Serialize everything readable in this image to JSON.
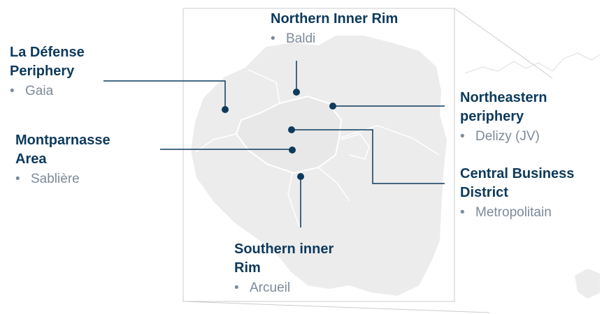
{
  "map": {
    "colors": {
      "region_fill": "#ececec",
      "region_border": "#ffffff",
      "leader_line": "#0d3a5c",
      "frame": "#cccccc",
      "region_name": "#0d3a5c",
      "entry_text": "#7c8a99"
    },
    "regions": [
      {
        "name": "La Défense\nPeriphery",
        "entries": [
          "Gaia"
        ]
      },
      {
        "name": "Northern Inner Rim",
        "entries": [
          "Baldi"
        ]
      },
      {
        "name": "Northeastern\nperiphery",
        "entries": [
          "Delizy (JV)"
        ]
      },
      {
        "name": "Montparnasse\nArea",
        "entries": [
          "Sablière"
        ]
      },
      {
        "name": "Central Business\nDistrict",
        "entries": [
          "Metropolitain"
        ]
      },
      {
        "name": "Southern inner\nRim",
        "entries": [
          "Arcueil"
        ]
      }
    ]
  }
}
